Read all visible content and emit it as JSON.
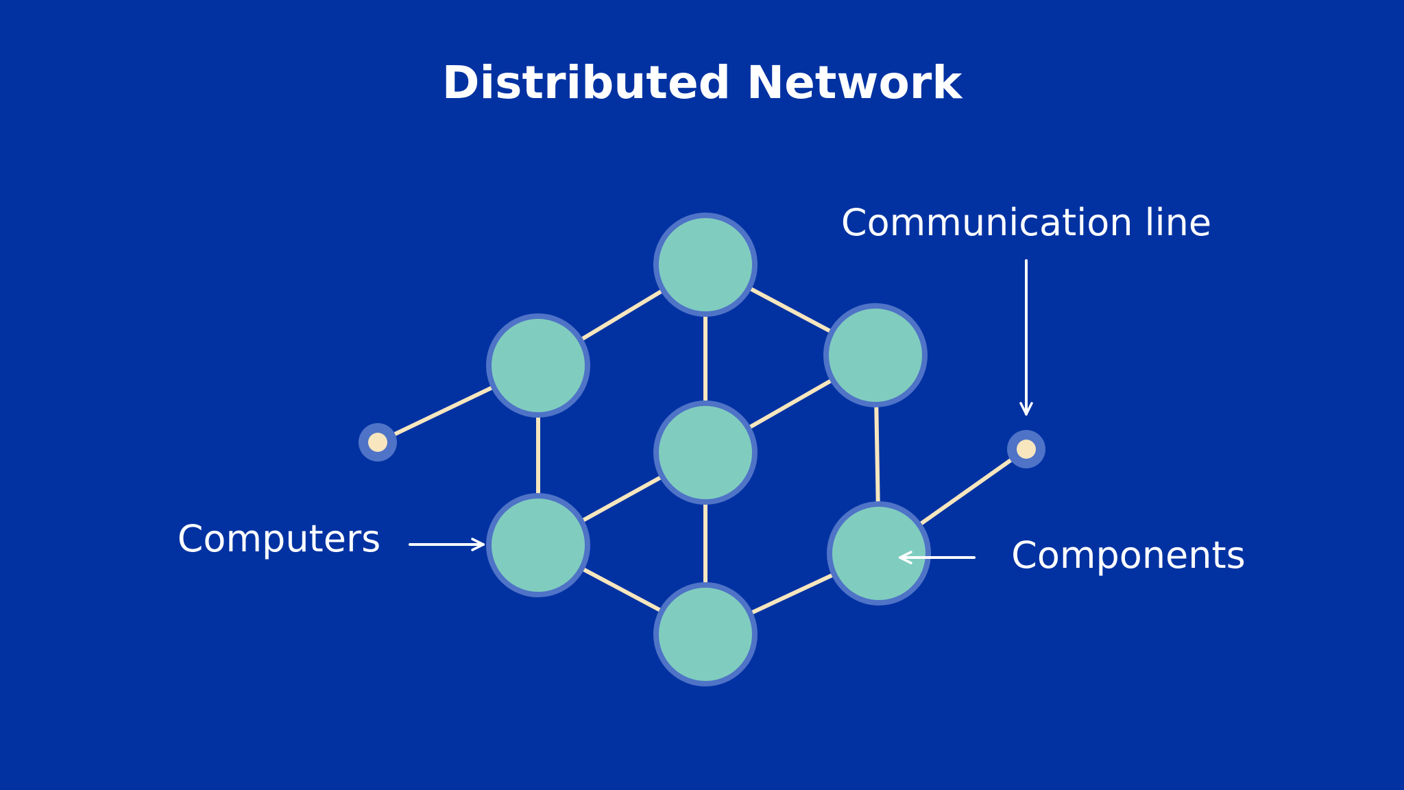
{
  "title": "Distributed Network",
  "labels": {
    "communication_line": "Communication line",
    "computers": "Computers",
    "components": "Components"
  },
  "colors": {
    "background": "#0232A2",
    "node_fill": "#80CDBF",
    "node_ring": "#4F73C7",
    "line": "#F7E6BE",
    "endpoint_fill": "#F7E6BE",
    "endpoint_ring": "#4F73C7",
    "text": "#FFFFFF"
  },
  "nodes": [
    "node-top",
    "node-upper-left",
    "node-upper-right",
    "node-center",
    "node-lower-left",
    "node-lower-right",
    "node-bottom"
  ],
  "endpoints": [
    "endpoint-left",
    "endpoint-right"
  ],
  "edges": [
    [
      "node-upper-left",
      "node-top"
    ],
    [
      "node-top",
      "node-upper-right"
    ],
    [
      "node-top",
      "node-center"
    ],
    [
      "node-upper-right",
      "node-center"
    ],
    [
      "node-upper-left",
      "node-lower-left"
    ],
    [
      "node-lower-left",
      "node-center"
    ],
    [
      "node-upper-right",
      "node-lower-right"
    ],
    [
      "node-center",
      "node-bottom"
    ],
    [
      "node-lower-left",
      "node-bottom"
    ],
    [
      "node-bottom",
      "node-lower-right"
    ],
    [
      "endpoint-left",
      "node-upper-left"
    ],
    [
      "node-lower-right",
      "endpoint-right"
    ]
  ]
}
